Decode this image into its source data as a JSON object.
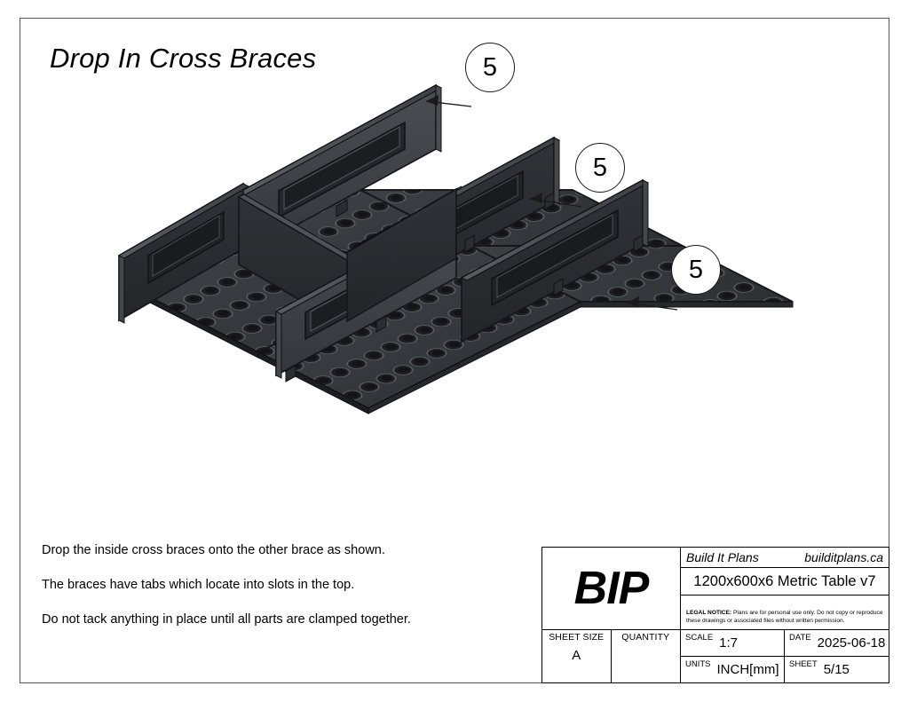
{
  "sheet": {
    "title": "Drop In Cross Braces",
    "background_color": "#ffffff",
    "border_color": "#58585c"
  },
  "notes": [
    "Drop the inside cross braces onto the other brace as shown.",
    "The braces have tabs which locate into slots in the top.",
    "Do not tack anything in place until all parts are clamped together."
  ],
  "balloons": [
    {
      "label": "5",
      "name": "balloon-callout-1"
    },
    {
      "label": "5",
      "name": "balloon-callout-2"
    },
    {
      "label": "5",
      "name": "balloon-callout-3"
    }
  ],
  "title_block": {
    "logo": "BIP",
    "brand_name": "Build It Plans",
    "brand_site": "builditplans.ca",
    "project_title": "1200x600x6 Metric Table v7",
    "legal_label": "LEGAL NOTICE:",
    "legal_body": " Plans are for personal use only. Do not copy or reproduce these drawings or associated files without written permission.",
    "fields": {
      "sheet_size_label": "SHEET SIZE",
      "sheet_size_value": "A",
      "quantity_label": "QUANTITY",
      "quantity_value": "",
      "scale_label": "SCALE",
      "scale_value": "1:7",
      "date_label": "DATE",
      "date_value": "2025-06-18",
      "units_label": "UNITS",
      "units_value": "INCH[mm]",
      "sheet_label": "SHEET",
      "sheet_value": "5/15"
    }
  },
  "model": {
    "description": "Isometric CAD view of a 1200x600x6 metric welding table top with fixture holes and drop-in cross braces",
    "metal_dark": "#2b2e31",
    "metal_mid": "#3a3d41",
    "metal_light": "#4c5055",
    "edge_color": "#16181a"
  }
}
